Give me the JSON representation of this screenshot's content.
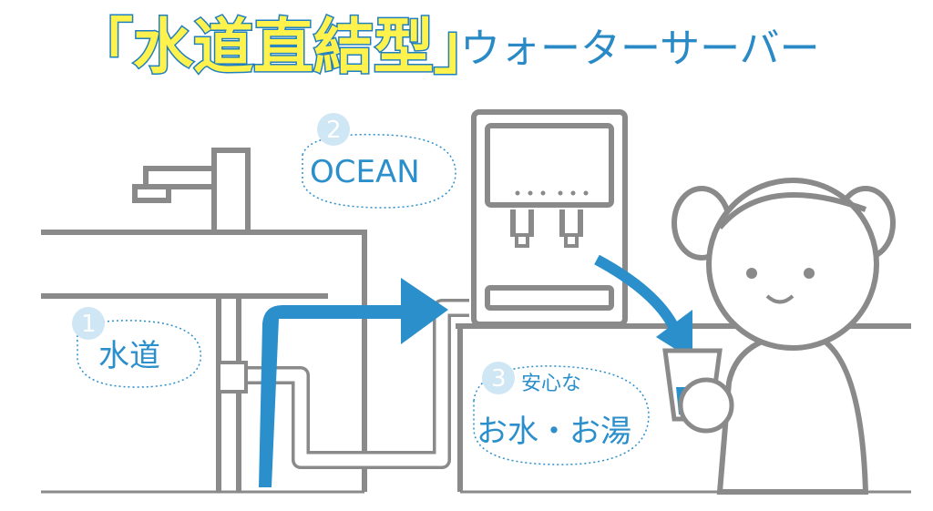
{
  "title": {
    "main": "「水道直結型」",
    "sub": "ウォーターサーバー"
  },
  "steps": [
    {
      "number": "1",
      "label": "水道"
    },
    {
      "number": "2",
      "label": "OCEAN"
    },
    {
      "number": "3",
      "label_line1": "安心な",
      "label_line2": "お水・お湯"
    }
  ],
  "colors": {
    "accent_blue": "#2b8fcb",
    "title_yellow": "#fff24d",
    "line_gray": "#8a8a8a",
    "bubble_circle": "#cfe6f4"
  }
}
